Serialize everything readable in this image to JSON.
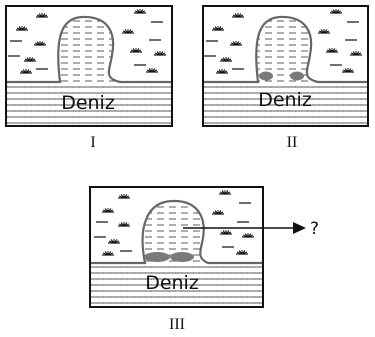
{
  "panels": [
    {
      "roman": "I",
      "sea_label": "Deniz"
    },
    {
      "roman": "II",
      "sea_label": "Deniz"
    },
    {
      "roman": "III",
      "sea_label": "Deniz"
    }
  ],
  "question_mark": "?",
  "colors": {
    "line": "#111111",
    "coast": "#666666",
    "sediment": "#7a7a7a"
  }
}
